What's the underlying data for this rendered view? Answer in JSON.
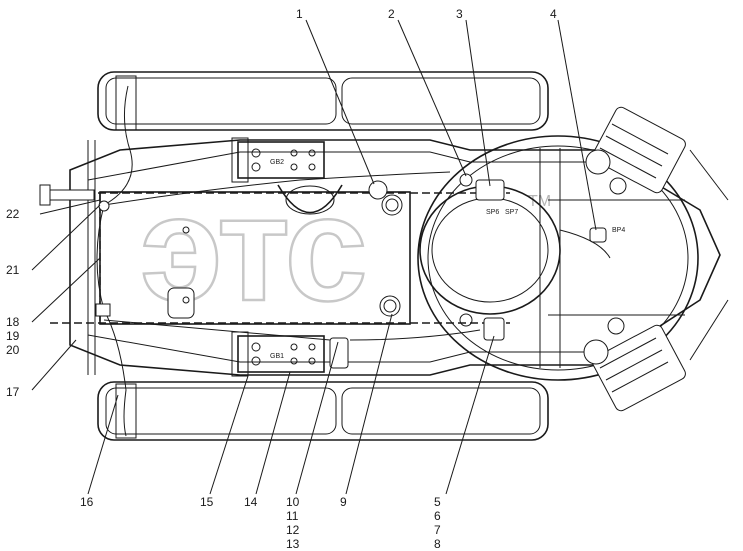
{
  "callouts_top": [
    "1",
    "2",
    "3",
    "4"
  ],
  "callouts_left": [
    "22",
    "21",
    "18",
    "19",
    "20",
    "17"
  ],
  "callouts_bottom": [
    "16",
    "15",
    "14",
    "9"
  ],
  "callout_group_10": [
    "10",
    "11",
    "12",
    "13"
  ],
  "callout_group_5": [
    "5",
    "6",
    "7",
    "8"
  ],
  "component_labels": {
    "gb2": "GB2",
    "gb1": "GB1",
    "sp6": "SP6",
    "sp7": "SP7",
    "bp4": "BP4"
  },
  "watermark": {
    "text": "этс",
    "tm": "TM"
  }
}
